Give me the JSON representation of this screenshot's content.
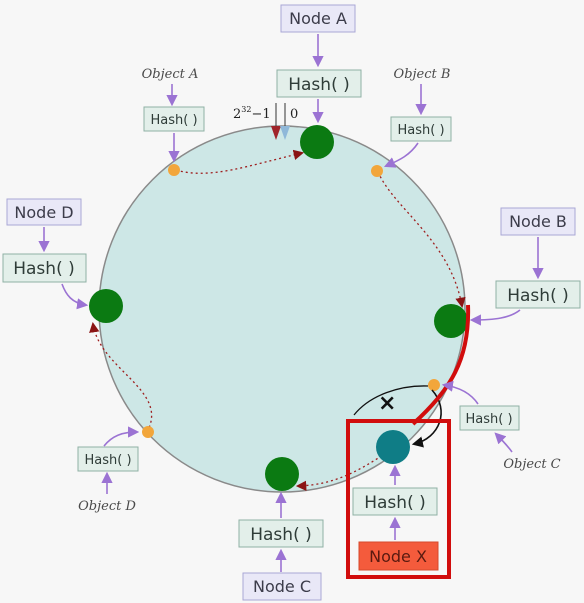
{
  "nodes": {
    "a": "Node A",
    "b": "Node B",
    "c": "Node C",
    "d": "Node D",
    "x": "Node X"
  },
  "hash_label": "Hash( )",
  "objects": {
    "a": "Object A",
    "b": "Object B",
    "c": "Object C",
    "d": "Object D"
  },
  "ring_labels": {
    "max_base": "2",
    "max_exp": "32",
    "max_suffix": "−1",
    "zero": "0"
  },
  "remap_mark": "×",
  "colors": {
    "ring_fill": "#cde7e6",
    "ring_stroke": "#8a8a8a",
    "node_dot": "#0b7a12",
    "new_node_dot": "#0f7d86",
    "object_dot": "#f2a63b",
    "highlight": "#d10d0d",
    "node_x_fill": "#f45b3c"
  }
}
